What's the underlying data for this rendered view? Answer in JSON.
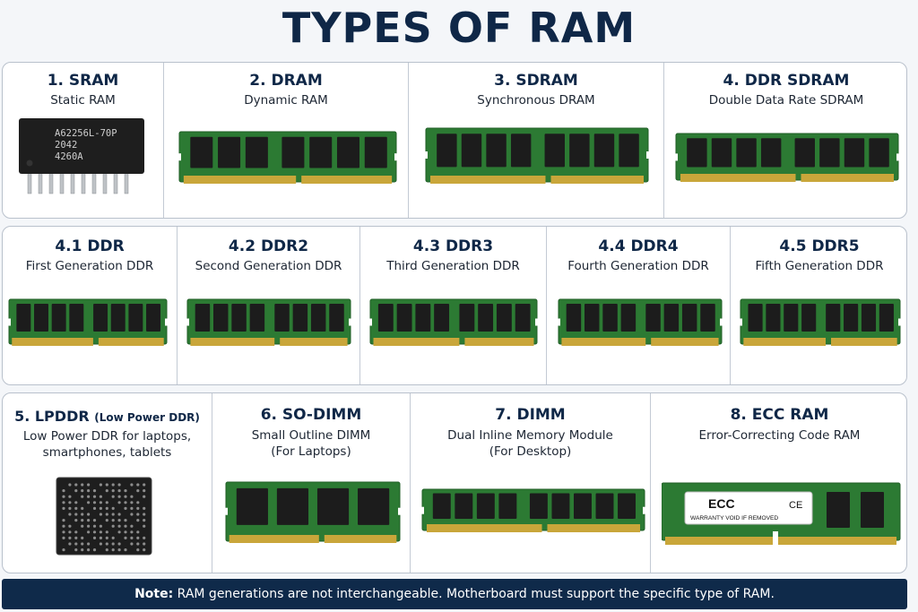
{
  "title": "TYPES OF RAM",
  "row1": [
    {
      "title": "1. SRAM",
      "subtitle": "Static RAM"
    },
    {
      "title": "2. DRAM",
      "subtitle": "Dynamic RAM"
    },
    {
      "title": "3. SDRAM",
      "subtitle": "Synchronous DRAM"
    },
    {
      "title": "4. DDR SDRAM",
      "subtitle": "Double Data Rate SDRAM"
    }
  ],
  "sram_chip": {
    "line1": "A62256L-70P",
    "line2": "2042",
    "line3": "4260A"
  },
  "row2": [
    {
      "title": "4.1 DDR",
      "subtitle": "First Generation DDR"
    },
    {
      "title": "4.2 DDR2",
      "subtitle": "Second Generation DDR"
    },
    {
      "title": "4.3 DDR3",
      "subtitle": "Third Generation DDR"
    },
    {
      "title": "4.4 DDR4",
      "subtitle": "Fourth Generation DDR"
    },
    {
      "title": "4.5 DDR5",
      "subtitle": "Fifth Generation DDR"
    }
  ],
  "row3": [
    {
      "title": "5. LPDDR",
      "title_suffix": "(Low Power DDR)",
      "subtitle_line1": "Low Power DDR for laptops,",
      "subtitle_line2": "smartphones, tablets"
    },
    {
      "title": "6. SO-DIMM",
      "subtitle_line1": "Small Outline DIMM",
      "subtitle_line2": "(For Laptops)"
    },
    {
      "title": "7. DIMM",
      "subtitle_line1": "Dual Inline Memory Module",
      "subtitle_line2": "(For Desktop)"
    },
    {
      "title": "8. ECC RAM",
      "subtitle_line1": "Error-Correcting Code RAM"
    }
  ],
  "ecc_label": {
    "text": "ECC",
    "ce": "CE",
    "warranty": "WARRANTY VOID IF REMOVED"
  },
  "note": {
    "label": "Note:",
    "text": " RAM generations are not interchangeable. Motherboard must support the specific type of RAM."
  },
  "colors": {
    "navy": "#0f2747",
    "pcb": "#2c7a33",
    "pcb_dark": "#1f5e26",
    "chip": "#1c1c1c",
    "gold": "#c9a63a"
  }
}
